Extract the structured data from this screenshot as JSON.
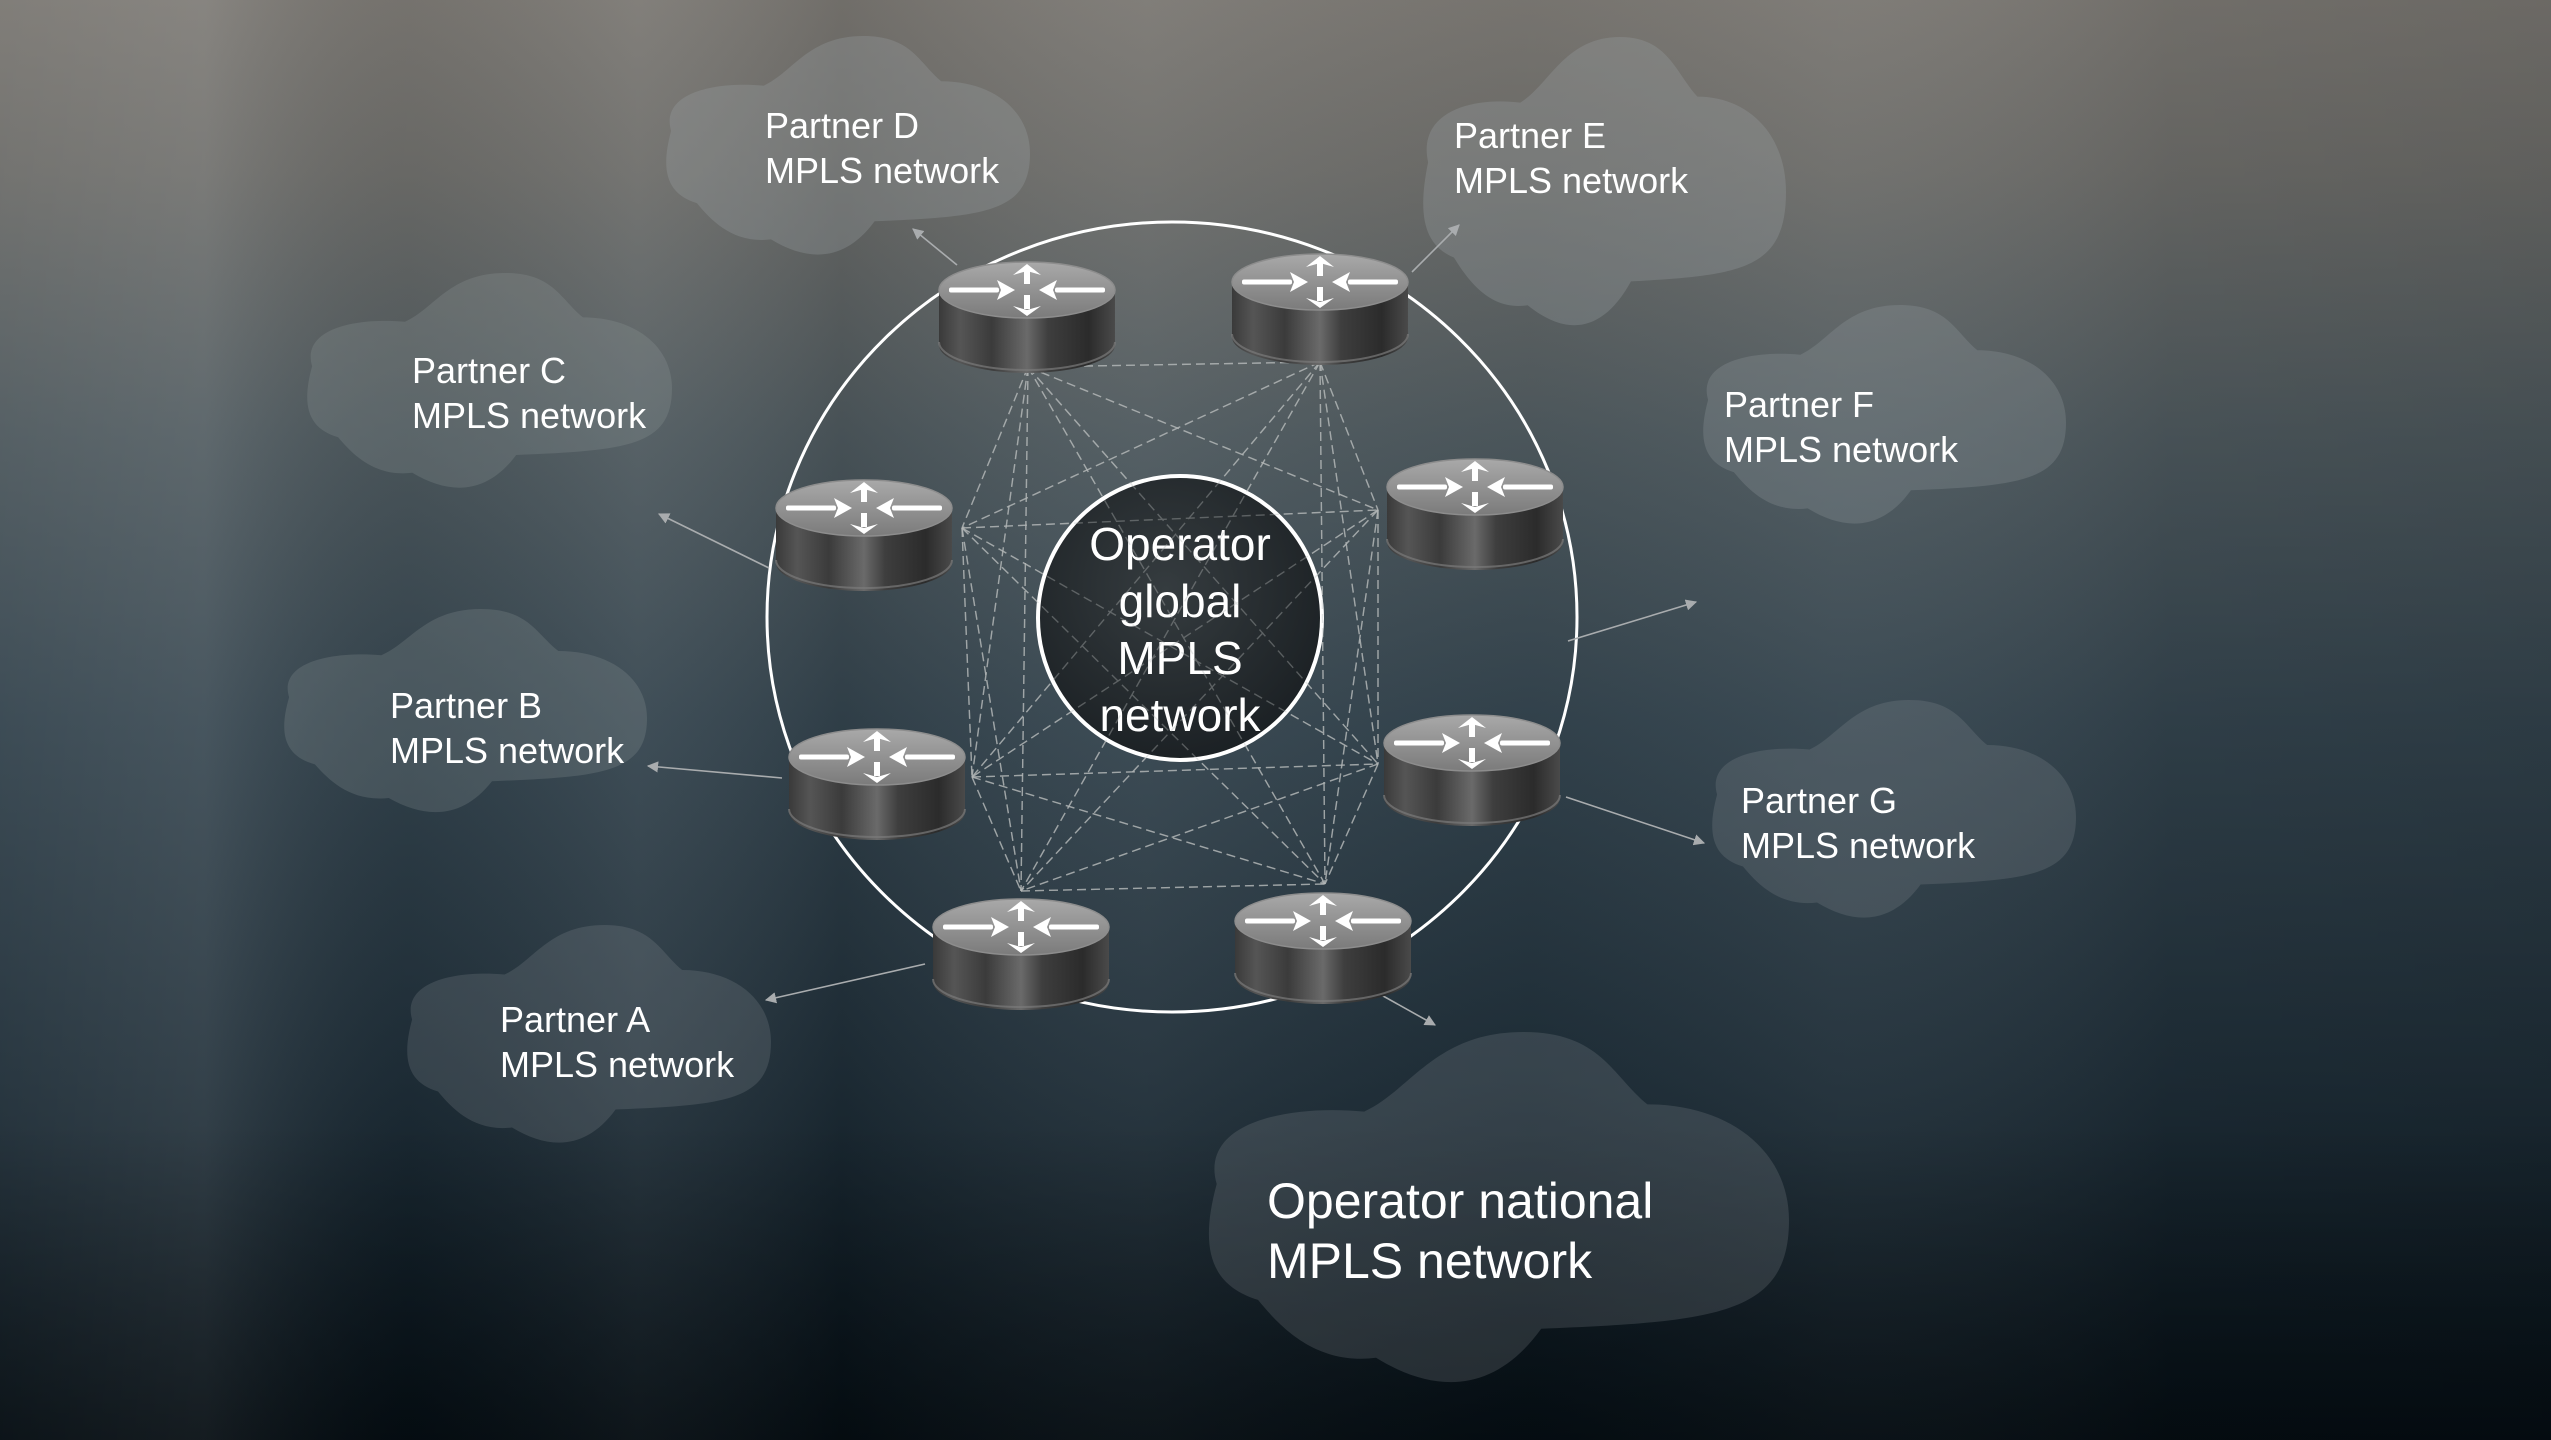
{
  "diagram": {
    "title": "Operator global MPLS network interconnect",
    "core": {
      "lines": [
        "Operator",
        "global",
        "MPLS",
        "network"
      ]
    },
    "outer_ring": {
      "label": ""
    },
    "mesh": {
      "style": "full-mesh",
      "line": "dashed"
    },
    "colors": {
      "background_top": "#7a7772",
      "background_mid": "#2e3f4a",
      "background_bottom": "#07131b",
      "cloud_fill": "#9aa2a6",
      "core_fill": "#1e2326",
      "ring_stroke": "#ffffff",
      "mesh_stroke": "#b4b8b8",
      "arrow": "#a9acae",
      "text": "#ffffff"
    },
    "routers": [
      {
        "id": "router-d",
        "connects_to": "partner-d",
        "icon": "router-icon"
      },
      {
        "id": "router-e",
        "connects_to": "partner-e",
        "icon": "router-icon"
      },
      {
        "id": "router-c",
        "connects_to": "partner-c",
        "icon": "router-icon"
      },
      {
        "id": "router-f",
        "connects_to": "partner-f",
        "icon": "router-icon"
      },
      {
        "id": "router-b",
        "connects_to": "partner-b",
        "icon": "router-icon"
      },
      {
        "id": "router-g",
        "connects_to": "partner-g",
        "icon": "router-icon"
      },
      {
        "id": "router-a",
        "connects_to": "partner-a",
        "icon": "router-icon"
      },
      {
        "id": "router-national",
        "connects_to": "national",
        "icon": "router-icon"
      }
    ],
    "clouds": {
      "partner_d": {
        "line1": "Partner D",
        "line2": "MPLS network"
      },
      "partner_e": {
        "line1": "Partner E",
        "line2": "MPLS network"
      },
      "partner_c": {
        "line1": "Partner C",
        "line2": "MPLS network"
      },
      "partner_f": {
        "line1": "Partner F",
        "line2": "MPLS network"
      },
      "partner_b": {
        "line1": "Partner B",
        "line2": "MPLS network"
      },
      "partner_g": {
        "line1": "Partner G",
        "line2": "MPLS network"
      },
      "partner_a": {
        "line1": "Partner A",
        "line2": "MPLS network"
      },
      "national": {
        "line1": "Operator national",
        "line2": "MPLS network"
      }
    }
  }
}
